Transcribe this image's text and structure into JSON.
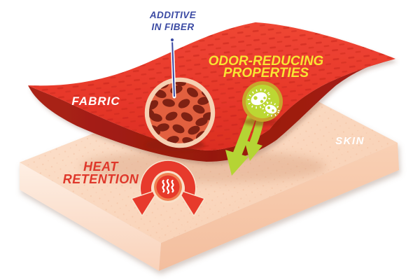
{
  "labels": {
    "additive": {
      "line1": "ADDITIVE",
      "line2": "IN FIBER"
    },
    "odor": {
      "line1": "ODOR-REDUCING",
      "line2": "PROPERTIES"
    },
    "fabric": "FABRIC",
    "skin": "SKIN",
    "heat": {
      "line1": "HEAT",
      "line2": "RETENTION"
    }
  },
  "icons": {
    "bacteria": "bacteria-germ-badge",
    "flame": "heat-waves-flame",
    "green_arrows": "curved-double-down-arrows",
    "heat_arch": "arched-double-down-arrow",
    "fiber_closeup": "magnified-fiber-cross-section-circle",
    "pointer": "callout-pointer-line"
  },
  "colors": {
    "fabric_red": "#E93A2B",
    "fabric_texture": "#CE2A1E",
    "fabric_edge_dark": "#9E1D12",
    "skin_top": "#FBD8BF",
    "skin_front": "#FDE9DB",
    "skin_side": "#F7C8AB",
    "fiber_bg": "#E2603F",
    "fiber_oval": "#7E2113",
    "fiber_ring": "#F6D0B2",
    "lime_green": "#B5D434",
    "badge_ring_gold": "#C9A42B",
    "badge_fill": "#BCD733",
    "yellow_text": "#F9E433",
    "blue_label": "#3B4AA3",
    "heat_red": "#DF382B",
    "white": "#FFFFFF"
  }
}
